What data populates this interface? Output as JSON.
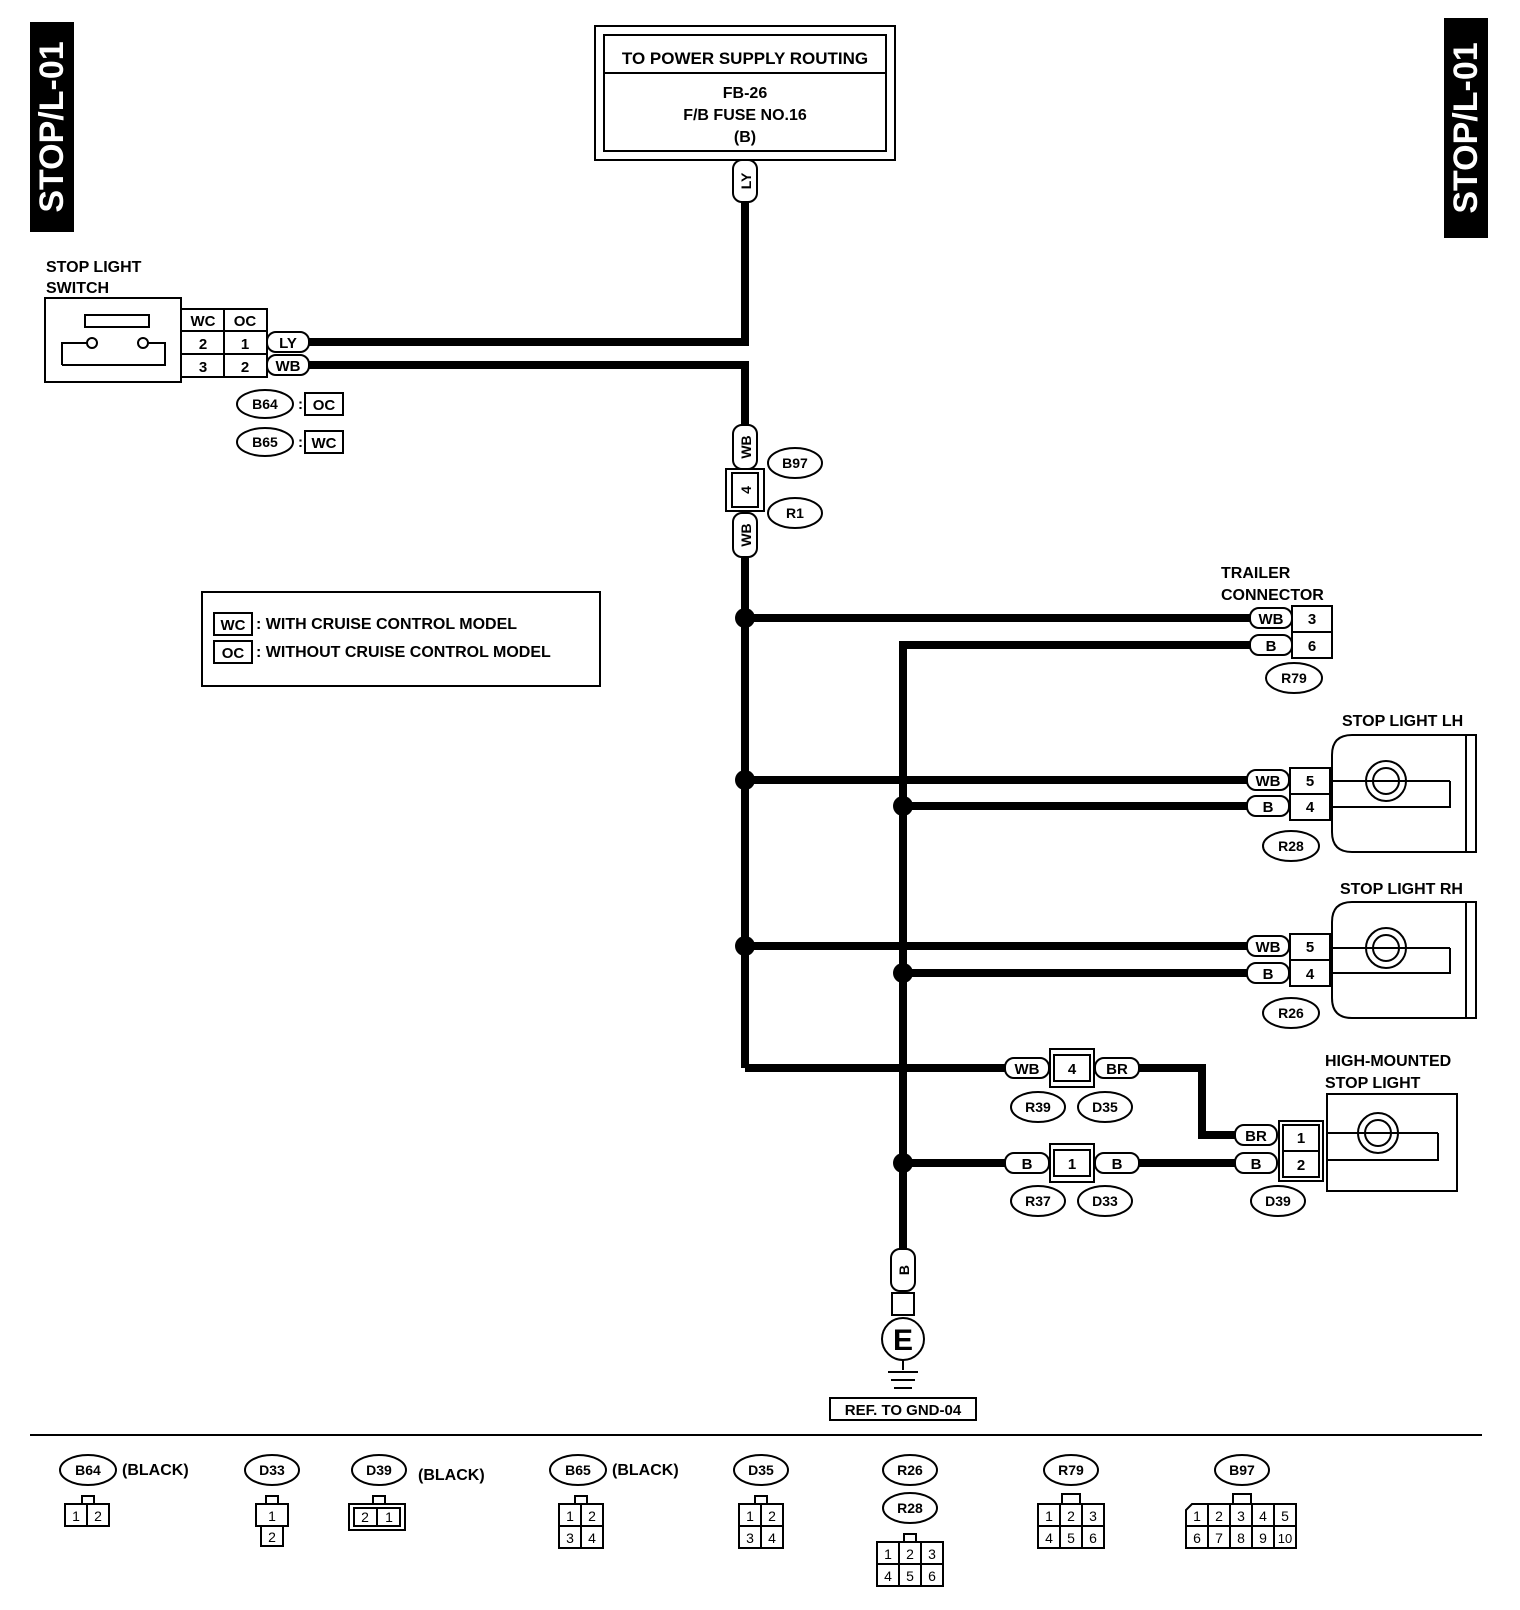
{
  "page_tag_left": "STOP/L-01",
  "page_tag_right": "STOP/L-01",
  "power_supply": {
    "title": "TO POWER SUPPLY ROUTING",
    "line1": "FB-26",
    "line2": "F/B FUSE NO.16",
    "line3": "(B)",
    "wire": "LY"
  },
  "switch": {
    "title1": "STOP LIGHT",
    "title2": "SWITCH",
    "col_wc": "WC",
    "col_oc": "OC",
    "row1_wc": "2",
    "row1_oc": "1",
    "row2_wc": "3",
    "row2_oc": "2",
    "wire1": "LY",
    "wire2": "WB",
    "ref1_conn": "B64",
    "ref1_model": "OC",
    "ref2_conn": "B65",
    "ref2_model": "WC"
  },
  "inline_b97": {
    "wire_top": "WB",
    "pin": "4",
    "wire_bottom": "WB",
    "conn1": "B97",
    "conn2": "R1"
  },
  "legend": {
    "wc_code": "WC",
    "wc_text": ": WITH CRUISE CONTROL MODEL",
    "oc_code": "OC",
    "oc_text": ": WITHOUT CRUISE CONTROL MODEL"
  },
  "trailer": {
    "title1": "TRAILER",
    "title2": "CONNECTOR",
    "wire1": "WB",
    "pin1": "3",
    "wire2": "B",
    "pin2": "6",
    "conn": "R79"
  },
  "stop_lh": {
    "title": "STOP LIGHT LH",
    "wire1": "WB",
    "pin1": "5",
    "wire2": "B",
    "pin2": "4",
    "conn": "R28"
  },
  "stop_rh": {
    "title": "STOP LIGHT RH",
    "wire1": "WB",
    "pin1": "5",
    "wire2": "B",
    "pin2": "4",
    "conn": "R26"
  },
  "inline_r39": {
    "wire_left": "WB",
    "pin": "4",
    "wire_right": "BR",
    "conn1": "R39",
    "conn2": "D35"
  },
  "inline_r37": {
    "wire_left": "B",
    "pin": "1",
    "wire_right": "B",
    "conn1": "R37",
    "conn2": "D33"
  },
  "high_mount": {
    "title1": "HIGH-MOUNTED",
    "title2": "STOP LIGHT",
    "wire1": "BR",
    "pin1": "1",
    "wire2": "B",
    "pin2": "2",
    "conn": "D39"
  },
  "ground": {
    "wire": "B",
    "symbol": "E",
    "ref": "REF. TO GND-04"
  },
  "connector_views": {
    "b64": {
      "name": "B64",
      "color": "(BLACK)",
      "pins": [
        "1",
        "2"
      ]
    },
    "d33": {
      "name": "D33",
      "pins": [
        "1",
        "2"
      ]
    },
    "d39": {
      "name": "D39",
      "color": "(BLACK)",
      "pins": [
        "2",
        "1"
      ]
    },
    "b65": {
      "name": "B65",
      "color": "(BLACK)",
      "pins": [
        "1",
        "2",
        "3",
        "4"
      ]
    },
    "d35": {
      "name": "D35",
      "pins": [
        "1",
        "2",
        "3",
        "4"
      ]
    },
    "r26": {
      "name": "R26"
    },
    "r28": {
      "name": "R28",
      "pins": [
        "1",
        "2",
        "3",
        "4",
        "5",
        "6"
      ]
    },
    "r79": {
      "name": "R79",
      "pins": [
        "1",
        "2",
        "3",
        "4",
        "5",
        "6"
      ]
    },
    "b97": {
      "name": "B97",
      "pins": [
        "1",
        "2",
        "3",
        "4",
        "5",
        "6",
        "7",
        "8",
        "9",
        "10"
      ]
    }
  }
}
